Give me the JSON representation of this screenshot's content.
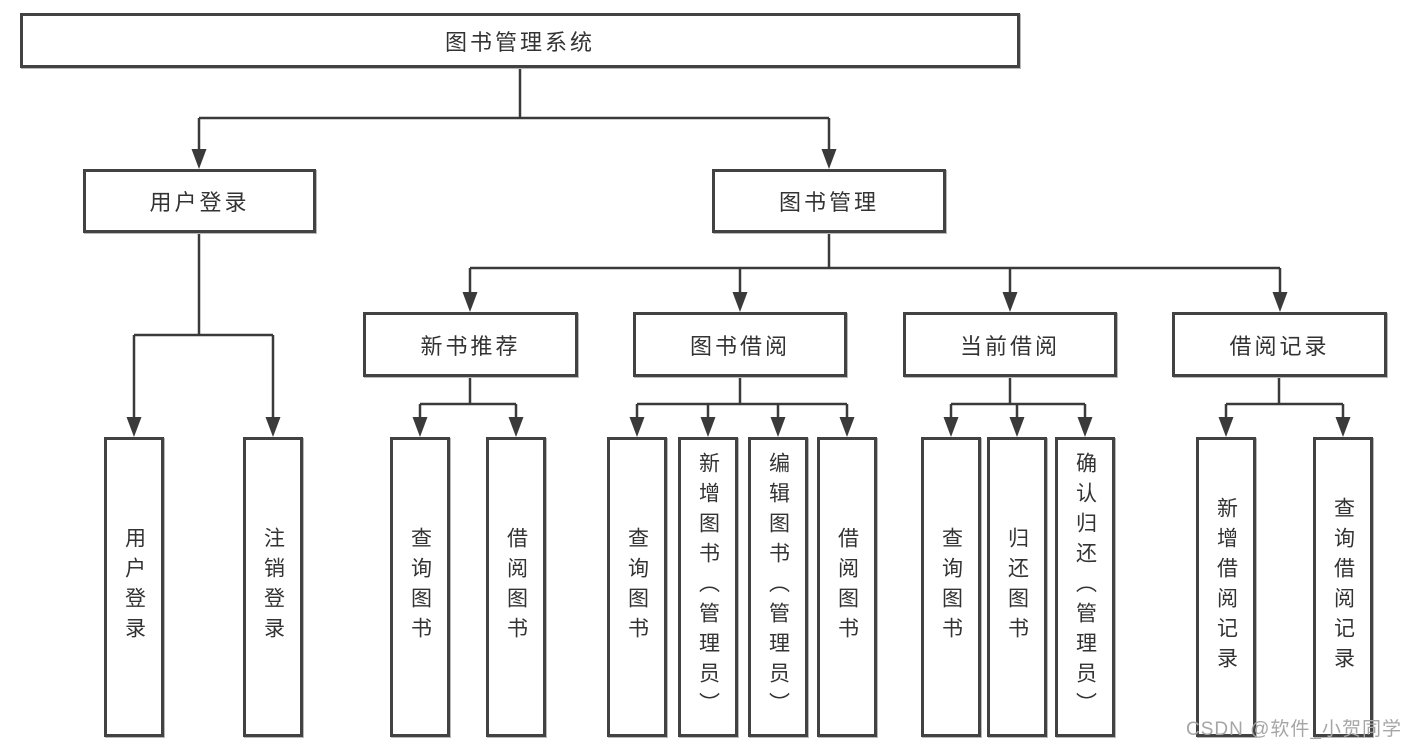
{
  "diagram": {
    "title": "图书管理系统",
    "level2": [
      {
        "label": "用户登录"
      },
      {
        "label": "图书管理"
      }
    ],
    "level3": [
      {
        "label": "新书推荐"
      },
      {
        "label": "图书借阅"
      },
      {
        "label": "当前借阅"
      },
      {
        "label": "借阅记录"
      }
    ],
    "leaves": [
      {
        "label": "用户登录",
        "parent": "用户登录"
      },
      {
        "label": "注销登录",
        "parent": "用户登录"
      },
      {
        "label": "查询图书",
        "parent": "新书推荐"
      },
      {
        "label": "借阅图书",
        "parent": "新书推荐"
      },
      {
        "label": "查询图书",
        "parent": "图书借阅"
      },
      {
        "label": "新增图书（管理员）",
        "parent": "图书借阅"
      },
      {
        "label": "编辑图书（管理员）",
        "parent": "图书借阅"
      },
      {
        "label": "借阅图书",
        "parent": "图书借阅"
      },
      {
        "label": "查询图书",
        "parent": "当前借阅"
      },
      {
        "label": "归还图书",
        "parent": "当前借阅"
      },
      {
        "label": "确认归还（管理员）",
        "parent": "当前借阅"
      },
      {
        "label": "新增借阅记录",
        "parent": "借阅记录"
      },
      {
        "label": "查询借阅记录",
        "parent": "借阅记录"
      }
    ]
  },
  "watermark": {
    "text": "CSDN @软件_小贺同学"
  },
  "colors": {
    "line": "#3a3a3a",
    "box_border": "#424242",
    "box_background": "#ffffff",
    "text": "#333333",
    "watermark": "#a6a6a6"
  }
}
